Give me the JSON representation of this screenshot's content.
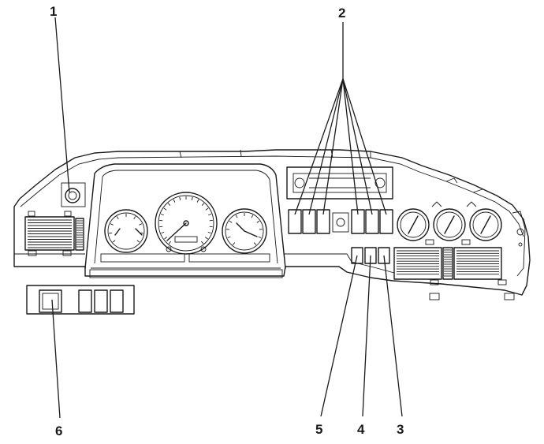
{
  "figure": {
    "callouts": [
      {
        "id": "1",
        "label": "1"
      },
      {
        "id": "2",
        "label": "2"
      },
      {
        "id": "3",
        "label": "3"
      },
      {
        "id": "4",
        "label": "4"
      },
      {
        "id": "5",
        "label": "5"
      },
      {
        "id": "6",
        "label": "6"
      }
    ],
    "colors": {
      "line": "#1a1a1a",
      "background": "#ffffff"
    },
    "icons": [
      "dashboard-outline",
      "instrument-cluster",
      "speedometer",
      "tachometer",
      "fuel-gauge",
      "auxiliary-gauges",
      "air-vent",
      "switch-bank",
      "ignition-lamp-switch"
    ]
  }
}
